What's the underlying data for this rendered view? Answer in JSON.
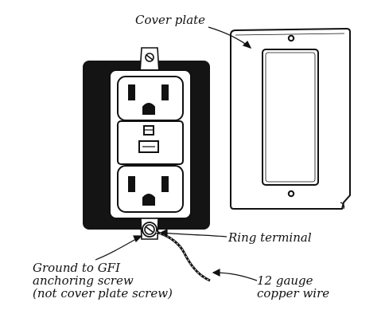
{
  "labels": {
    "cover_plate": "Cover plate",
    "ring_terminal": "Ring terminal",
    "ground_lines": [
      "Ground to GFI",
      "anchoring screw",
      "(not cover plate screw)"
    ],
    "wire_lines": [
      "12 gauge",
      "copper wire"
    ]
  },
  "colors": {
    "ink": "#111111",
    "paper": "#ffffff",
    "box": "#141414"
  }
}
